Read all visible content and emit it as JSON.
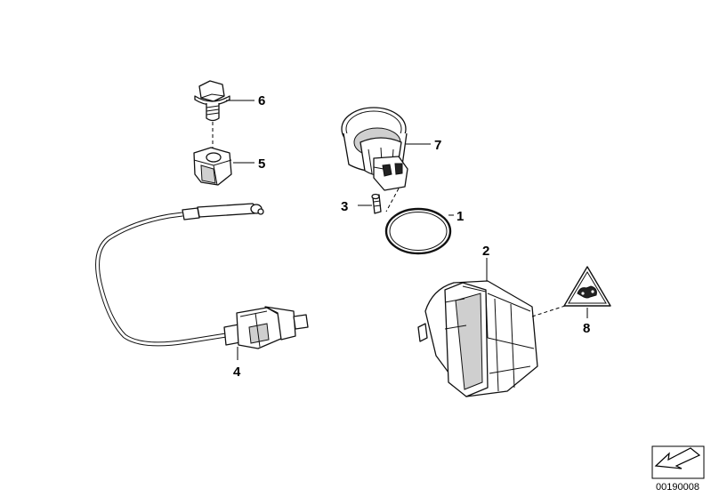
{
  "diagram": {
    "document_number": "00190008",
    "parts": [
      {
        "id": "part-1",
        "label": "1",
        "description": "O-ring"
      },
      {
        "id": "part-2",
        "label": "2",
        "description": "module housing"
      },
      {
        "id": "part-3",
        "label": "3",
        "description": "small pin"
      },
      {
        "id": "part-4",
        "label": "4",
        "description": "cable with connector"
      },
      {
        "id": "part-5",
        "label": "5",
        "description": "clip nut"
      },
      {
        "id": "part-6",
        "label": "6",
        "description": "bolt"
      },
      {
        "id": "part-7",
        "label": "7",
        "description": "round housing"
      },
      {
        "id": "part-8",
        "label": "8",
        "description": "warning triangle label"
      }
    ]
  }
}
